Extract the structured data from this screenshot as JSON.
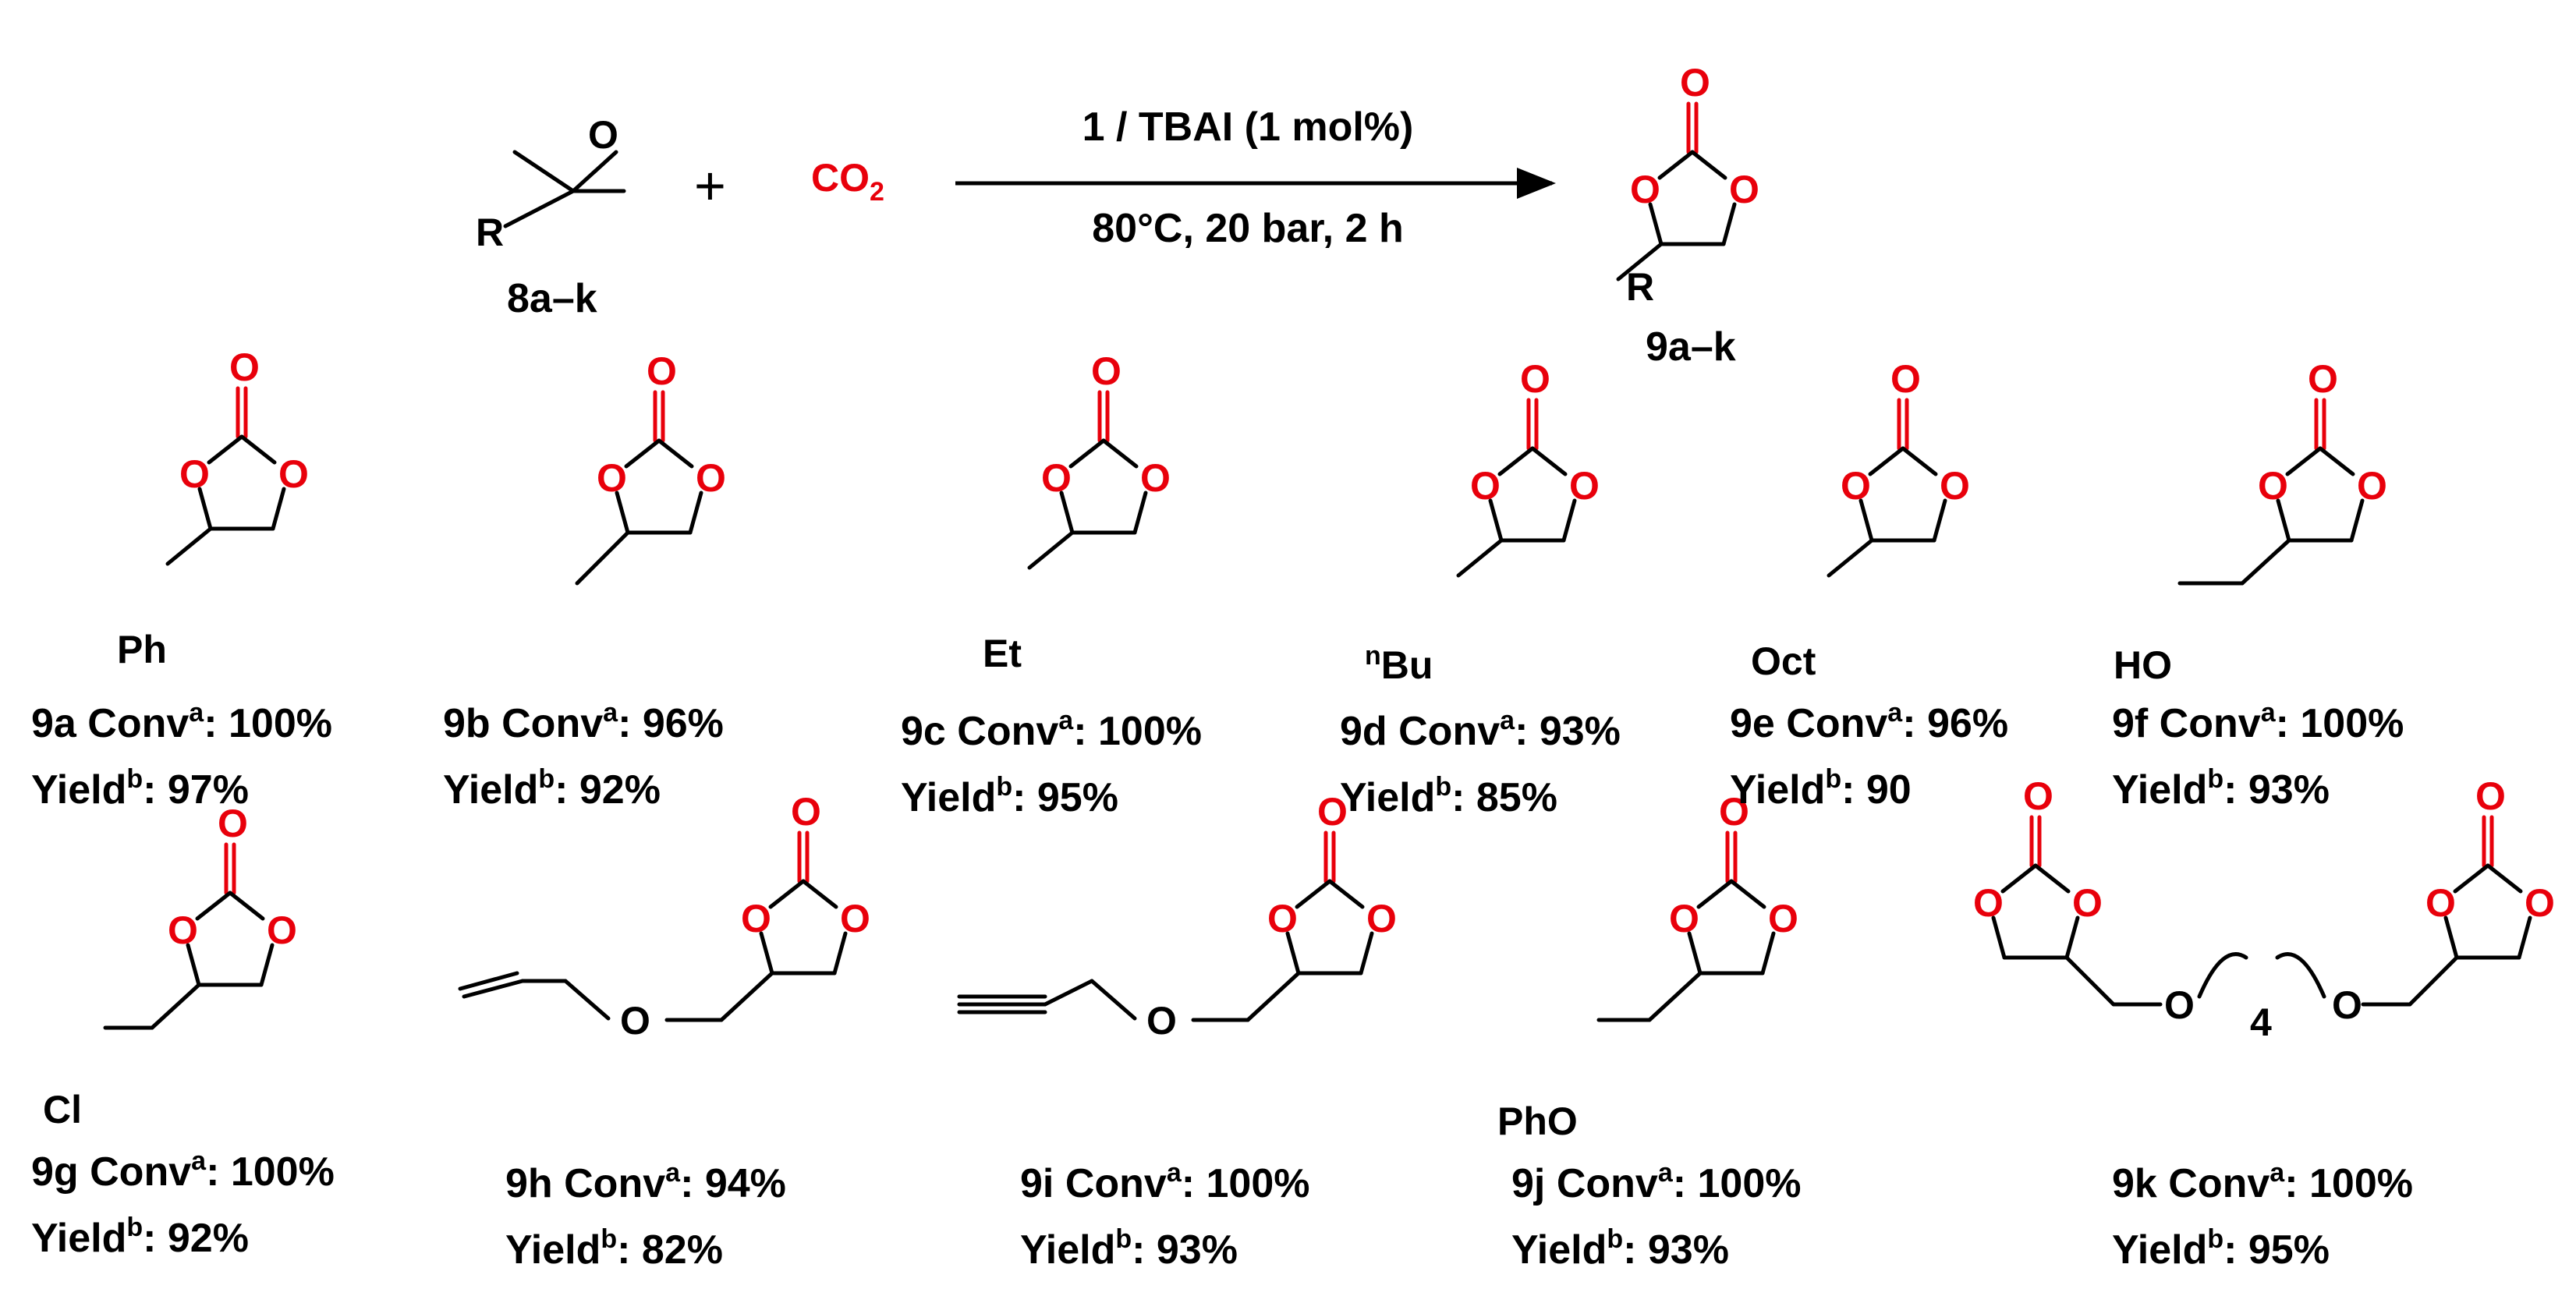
{
  "colors": {
    "oxygen": "#e8000b",
    "co2": "#e8000b",
    "bond": "#000000"
  },
  "scheme": {
    "reactant_label": "8a–k",
    "reactant_r": "R",
    "plus": "+",
    "co2": "CO",
    "co2_sub": "2",
    "conditions_top": "1 / TBAI (1 mol%)",
    "conditions_bottom": "80°C, 20 bar, 2 h",
    "product_label": "9a–k",
    "product_r": "R"
  },
  "atoms": {
    "O": "O"
  },
  "substituents": {
    "a": "Ph",
    "c": "Et",
    "d_sup": "n",
    "d": "Bu",
    "e": "Oct",
    "f": "HO",
    "g": "Cl",
    "j": "PhO",
    "k_sub": "4"
  },
  "results": [
    {
      "id": "9a",
      "conv": "100%",
      "yield": "97%"
    },
    {
      "id": "9b",
      "conv": "96%",
      "yield": "92%"
    },
    {
      "id": "9c",
      "conv": "100%",
      "yield": "95%"
    },
    {
      "id": "9d",
      "conv": "93%",
      "yield": "85%"
    },
    {
      "id": "9e",
      "conv": "96%",
      "yield": "90"
    },
    {
      "id": "9f",
      "conv": "100%",
      "yield": "93%"
    },
    {
      "id": "9g",
      "conv": "100%",
      "yield": "92%"
    },
    {
      "id": "9h",
      "conv": "94%",
      "yield": "82%"
    },
    {
      "id": "9i",
      "conv": "100%",
      "yield": "93%"
    },
    {
      "id": "9j",
      "conv": "100%",
      "yield": "93%"
    },
    {
      "id": "9k",
      "conv": "100%",
      "yield": "95%"
    }
  ],
  "labels": {
    "conv": "Conv",
    "conv_sup": "a",
    "yield": "Yield",
    "yield_sup": "b"
  }
}
